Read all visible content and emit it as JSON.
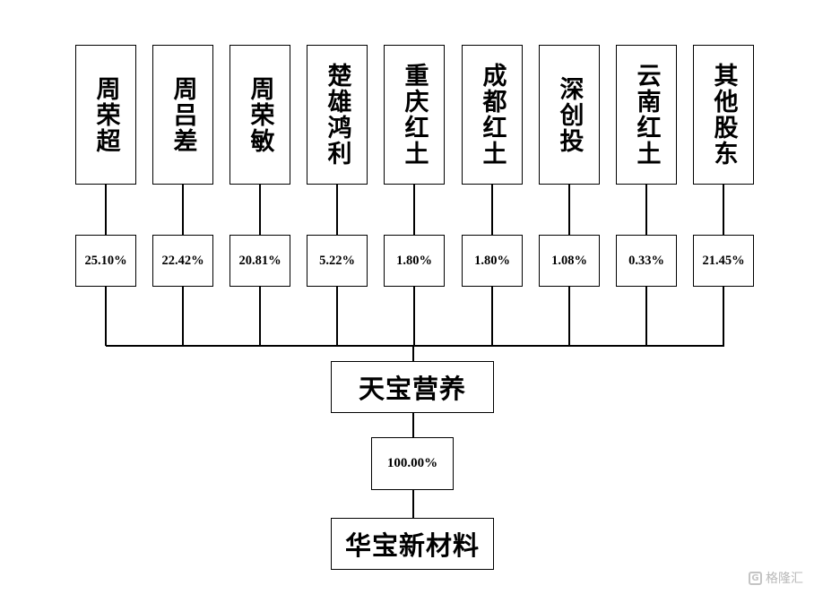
{
  "shareholders": [
    {
      "name": "周荣超",
      "pct": "25.10%"
    },
    {
      "name": "周吕差",
      "pct": "22.42%"
    },
    {
      "name": "周荣敏",
      "pct": "20.81%"
    },
    {
      "name": "楚雄鸿利",
      "pct": "5.22%"
    },
    {
      "name": "重庆红土",
      "pct": "1.80%"
    },
    {
      "name": "成都红土",
      "pct": "1.80%"
    },
    {
      "name": "深创投",
      "pct": "1.08%"
    },
    {
      "name": "云南红土",
      "pct": "0.33%"
    },
    {
      "name": "其他股东",
      "pct": "21.45%"
    }
  ],
  "parent": {
    "name": "天宝营养"
  },
  "ownership": {
    "pct": "100.00%"
  },
  "child": {
    "name": "华宝新材料"
  },
  "watermark": {
    "text": "格隆汇",
    "icon": "G-logo-icon"
  }
}
